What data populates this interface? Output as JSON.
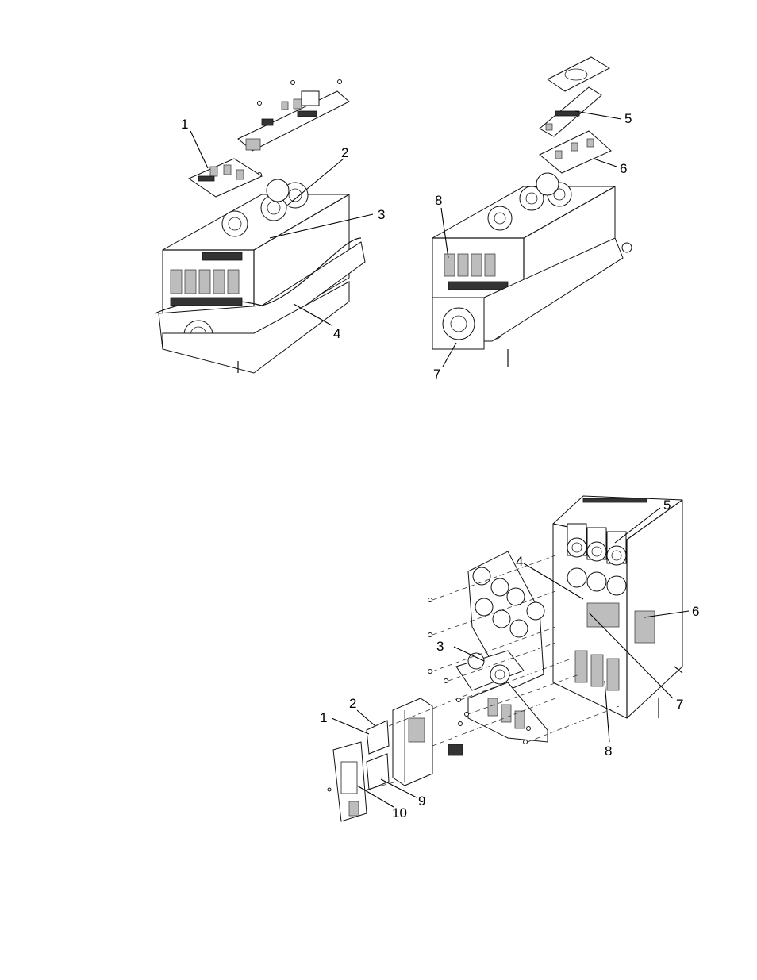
{
  "figure_top_left": {
    "callouts": [
      "1",
      "2",
      "3",
      "4"
    ]
  },
  "figure_top_right": {
    "callouts": [
      "5",
      "6",
      "7",
      "8"
    ]
  },
  "figure_bottom": {
    "callouts": [
      "1",
      "2",
      "3",
      "4",
      "5",
      "6",
      "7",
      "8",
      "9",
      "10"
    ]
  }
}
